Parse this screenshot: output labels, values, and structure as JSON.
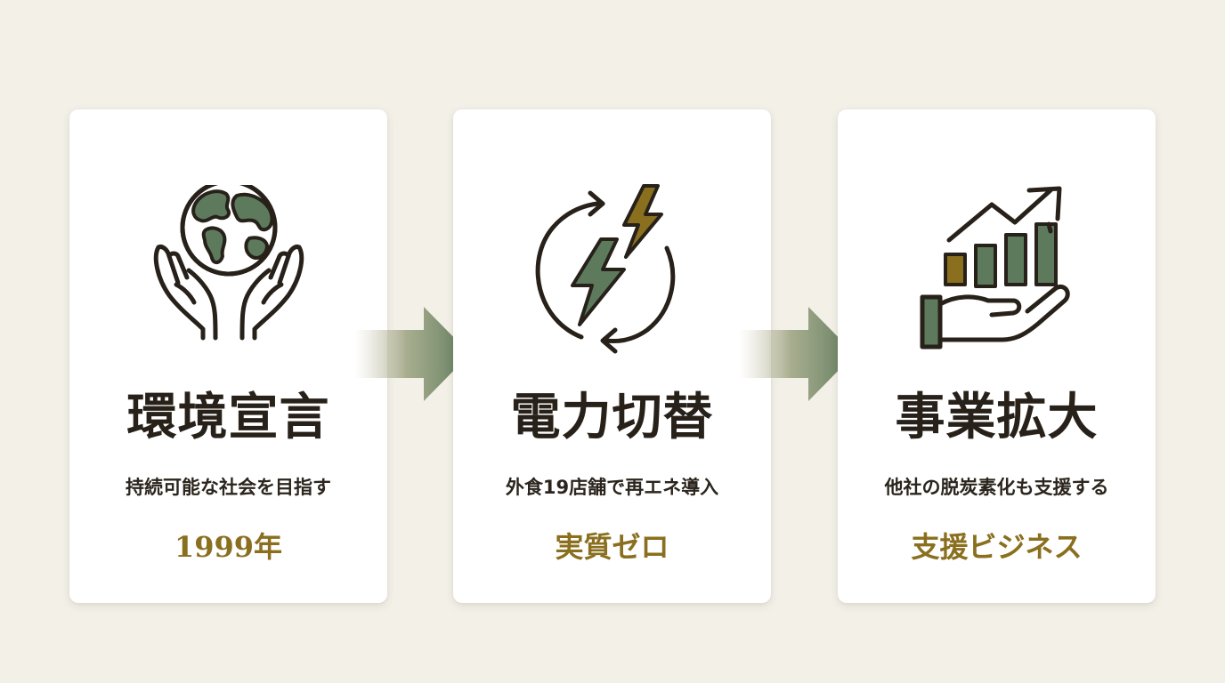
{
  "colors": {
    "background": "#f3f0e8",
    "card": "#ffffff",
    "ink": "#27211a",
    "green": "#5d7b5c",
    "gold": "#8a6f1f"
  },
  "steps": [
    {
      "icon": "globe-in-hands-icon",
      "title": "環境宣言",
      "description": "持続可能な社会を目指す",
      "tag": "1999年"
    },
    {
      "icon": "renewable-energy-icon",
      "title": "電力切替",
      "description": "外食19店舗で再エネ導入",
      "tag": "実質ゼロ"
    },
    {
      "icon": "business-growth-icon",
      "title": "事業拡大",
      "description": "他社の脱炭素化も支援する",
      "tag": "支援ビジネス"
    }
  ],
  "connectors": [
    {
      "icon": "right-arrow-icon"
    },
    {
      "icon": "right-arrow-icon"
    }
  ]
}
